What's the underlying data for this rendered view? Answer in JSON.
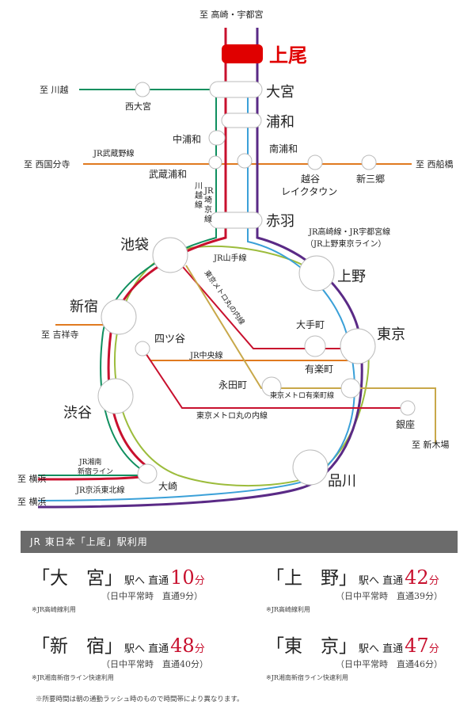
{
  "colors": {
    "highlight_station": "#e00000",
    "takasaki_line": "#c8102e",
    "saikyo_line": "#0f8f5f",
    "utsunomiya_line": "#5a2a86",
    "keihin_tohoku_line": "#3aa0d8",
    "musashino_line": "#e07a20",
    "yamanote_line": "#9cbc3c",
    "chuo_line": "#e07a20",
    "marunouchi_line": "#c8102e",
    "yurakucho_line": "#c8a84a"
  },
  "map": {
    "stations": {
      "ageo": "上尾",
      "omiya": "大宮",
      "nishi_omiya": "西大宮",
      "urawa": "浦和",
      "naka_urawa": "中浦和",
      "minami_urawa": "南浦和",
      "musashi_urawa": "武蔵浦和",
      "koshigaya": "越谷\nレイクタウン",
      "shin_misato": "新三郷",
      "akabane": "赤羽",
      "ikebukuro": "池袋",
      "ueno": "上野",
      "shinjuku": "新宿",
      "yotsuya": "四ツ谷",
      "otemachi": "大手町",
      "tokyo": "東京",
      "nagatacho": "永田町",
      "yurakucho": "有楽町",
      "shibuya": "渋谷",
      "ginza": "銀座",
      "osaki": "大崎",
      "shinagawa": "品川"
    },
    "destinations": {
      "north": "至 高崎・宇都宮",
      "kawagoe": "至 川越",
      "nishikokubunji": "至 西国分寺",
      "nishifunabashi": "至 西船橋",
      "kichijoji": "至 吉祥寺",
      "shinkiba": "至 新木場",
      "yokohama1": "至 横浜",
      "yokohama2": "至 横浜"
    },
    "lines": {
      "musashino": "JR武蔵野線",
      "saikyo": "JR埼京線",
      "saikyo_kawagoe": "川越線",
      "takasaki_utsunomiya": "JR高崎線・JR宇都宮線",
      "ueno_tokyo": "（JR上野東京ライン）",
      "yamanote": "JR山手線",
      "marunouchi_upper": "東京メトロ丸の内線",
      "chuo": "JR中央線",
      "yurakucho": "東京メトロ有楽町線",
      "marunouchi_lower": "東京メトロ丸の内線",
      "shonan_shinjuku": "JR湘南\n新宿ライン",
      "keihin_tohoku": "JR京浜東北線"
    }
  },
  "header_bar": "JR 東日本「上尾」駅利用",
  "routes": [
    {
      "station": "「大　宮」",
      "suffix": "駅へ 直通",
      "minutes": "10",
      "unit": "分",
      "note": "（日中平常時　直通9分）",
      "line_note": "※JR高崎線利用"
    },
    {
      "station": "「上　野」",
      "suffix": "駅へ 直通",
      "minutes": "42",
      "unit": "分",
      "note": "（日中平常時　直通39分）",
      "line_note": "※JR高崎線利用"
    },
    {
      "station": "「新　宿」",
      "suffix": "駅へ 直通",
      "minutes": "48",
      "unit": "分",
      "note": "（日中平常時　直通40分）",
      "line_note": "※JR湘南新宿ライン快速利用"
    },
    {
      "station": "「東　京」",
      "suffix": "駅へ 直通",
      "minutes": "47",
      "unit": "分",
      "note": "（日中平常時　直通46分）",
      "line_note": "※JR湘南新宿ライン快速利用"
    }
  ],
  "footnote": "※所要時間は朝の通勤ラッシュ時のもので時間帯により異なります。"
}
